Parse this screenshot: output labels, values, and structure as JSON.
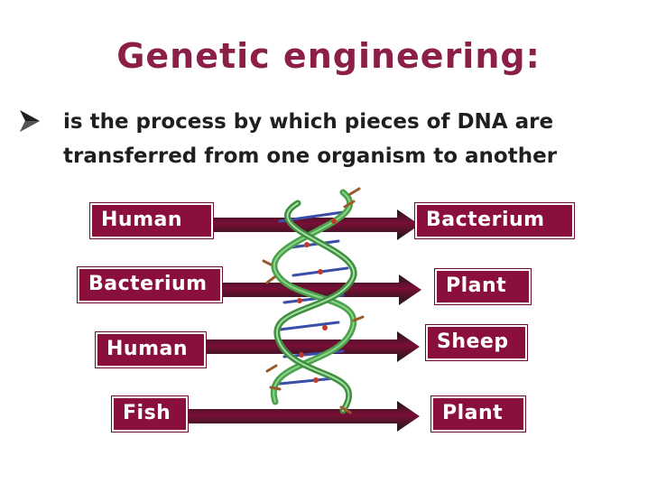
{
  "slide": {
    "title": "Genetic engineering:",
    "bullet": {
      "icon": "arrow-bullet-icon",
      "line1": "is the process by which pieces of DNA are",
      "line2": "transferred from one organism to another"
    },
    "transfers": [
      {
        "from": "Human",
        "to": "Bacterium"
      },
      {
        "from": "Bacterium",
        "to": "Plant"
      },
      {
        "from": "Human",
        "to": "Sheep"
      },
      {
        "from": "Fish",
        "to": "Plant"
      }
    ],
    "colors": {
      "title": "#8b1f47",
      "box": "#8b0f3c",
      "arrow": "#8b0f3c"
    }
  }
}
